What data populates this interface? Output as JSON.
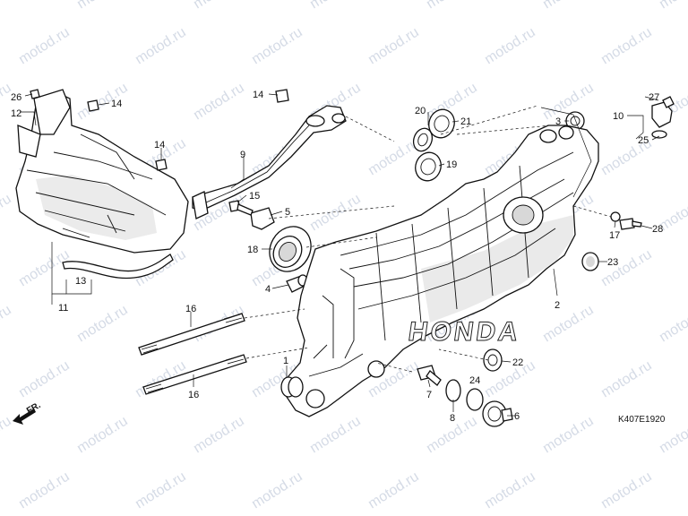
{
  "watermark": "motod.ru",
  "diagram_code": "K407E1920",
  "direction_label": "FR.",
  "callouts": [
    "26",
    "14",
    "12",
    "14",
    "9",
    "14",
    "15",
    "5",
    "18",
    "4",
    "20",
    "21",
    "3",
    "19",
    "10",
    "27",
    "25",
    "17",
    "28",
    "23",
    "2",
    "16",
    "16",
    "1",
    "22",
    "7",
    "24",
    "8",
    "6",
    "13",
    "11"
  ],
  "brand_mark": "HONDA"
}
